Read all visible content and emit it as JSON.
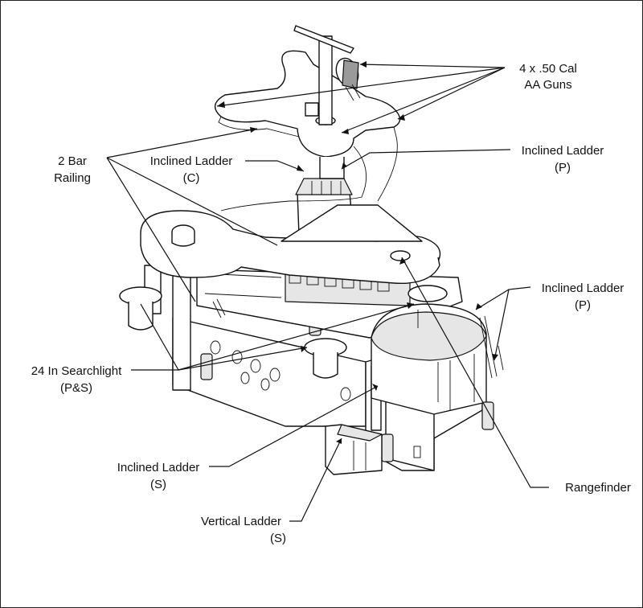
{
  "labels": {
    "aa_guns": [
      "4 x .50 Cal",
      "AA Guns"
    ],
    "two_bar_railing": [
      "2 Bar",
      "Railing"
    ],
    "inclined_ladder_c": [
      "Inclined Ladder",
      "(C)"
    ],
    "inclined_ladder_p_upper": [
      "Inclined Ladder",
      "(P)"
    ],
    "inclined_ladder_p_lower": [
      "Inclined Ladder",
      "(P)"
    ],
    "searchlight": [
      "24 In Searchlight",
      "(P&S)"
    ],
    "inclined_ladder_s": [
      "Inclined Ladder",
      "(S)"
    ],
    "vertical_ladder_s": [
      "Vertical Ladder",
      "(S)"
    ],
    "rangefinder": [
      "Rangefinder"
    ]
  }
}
